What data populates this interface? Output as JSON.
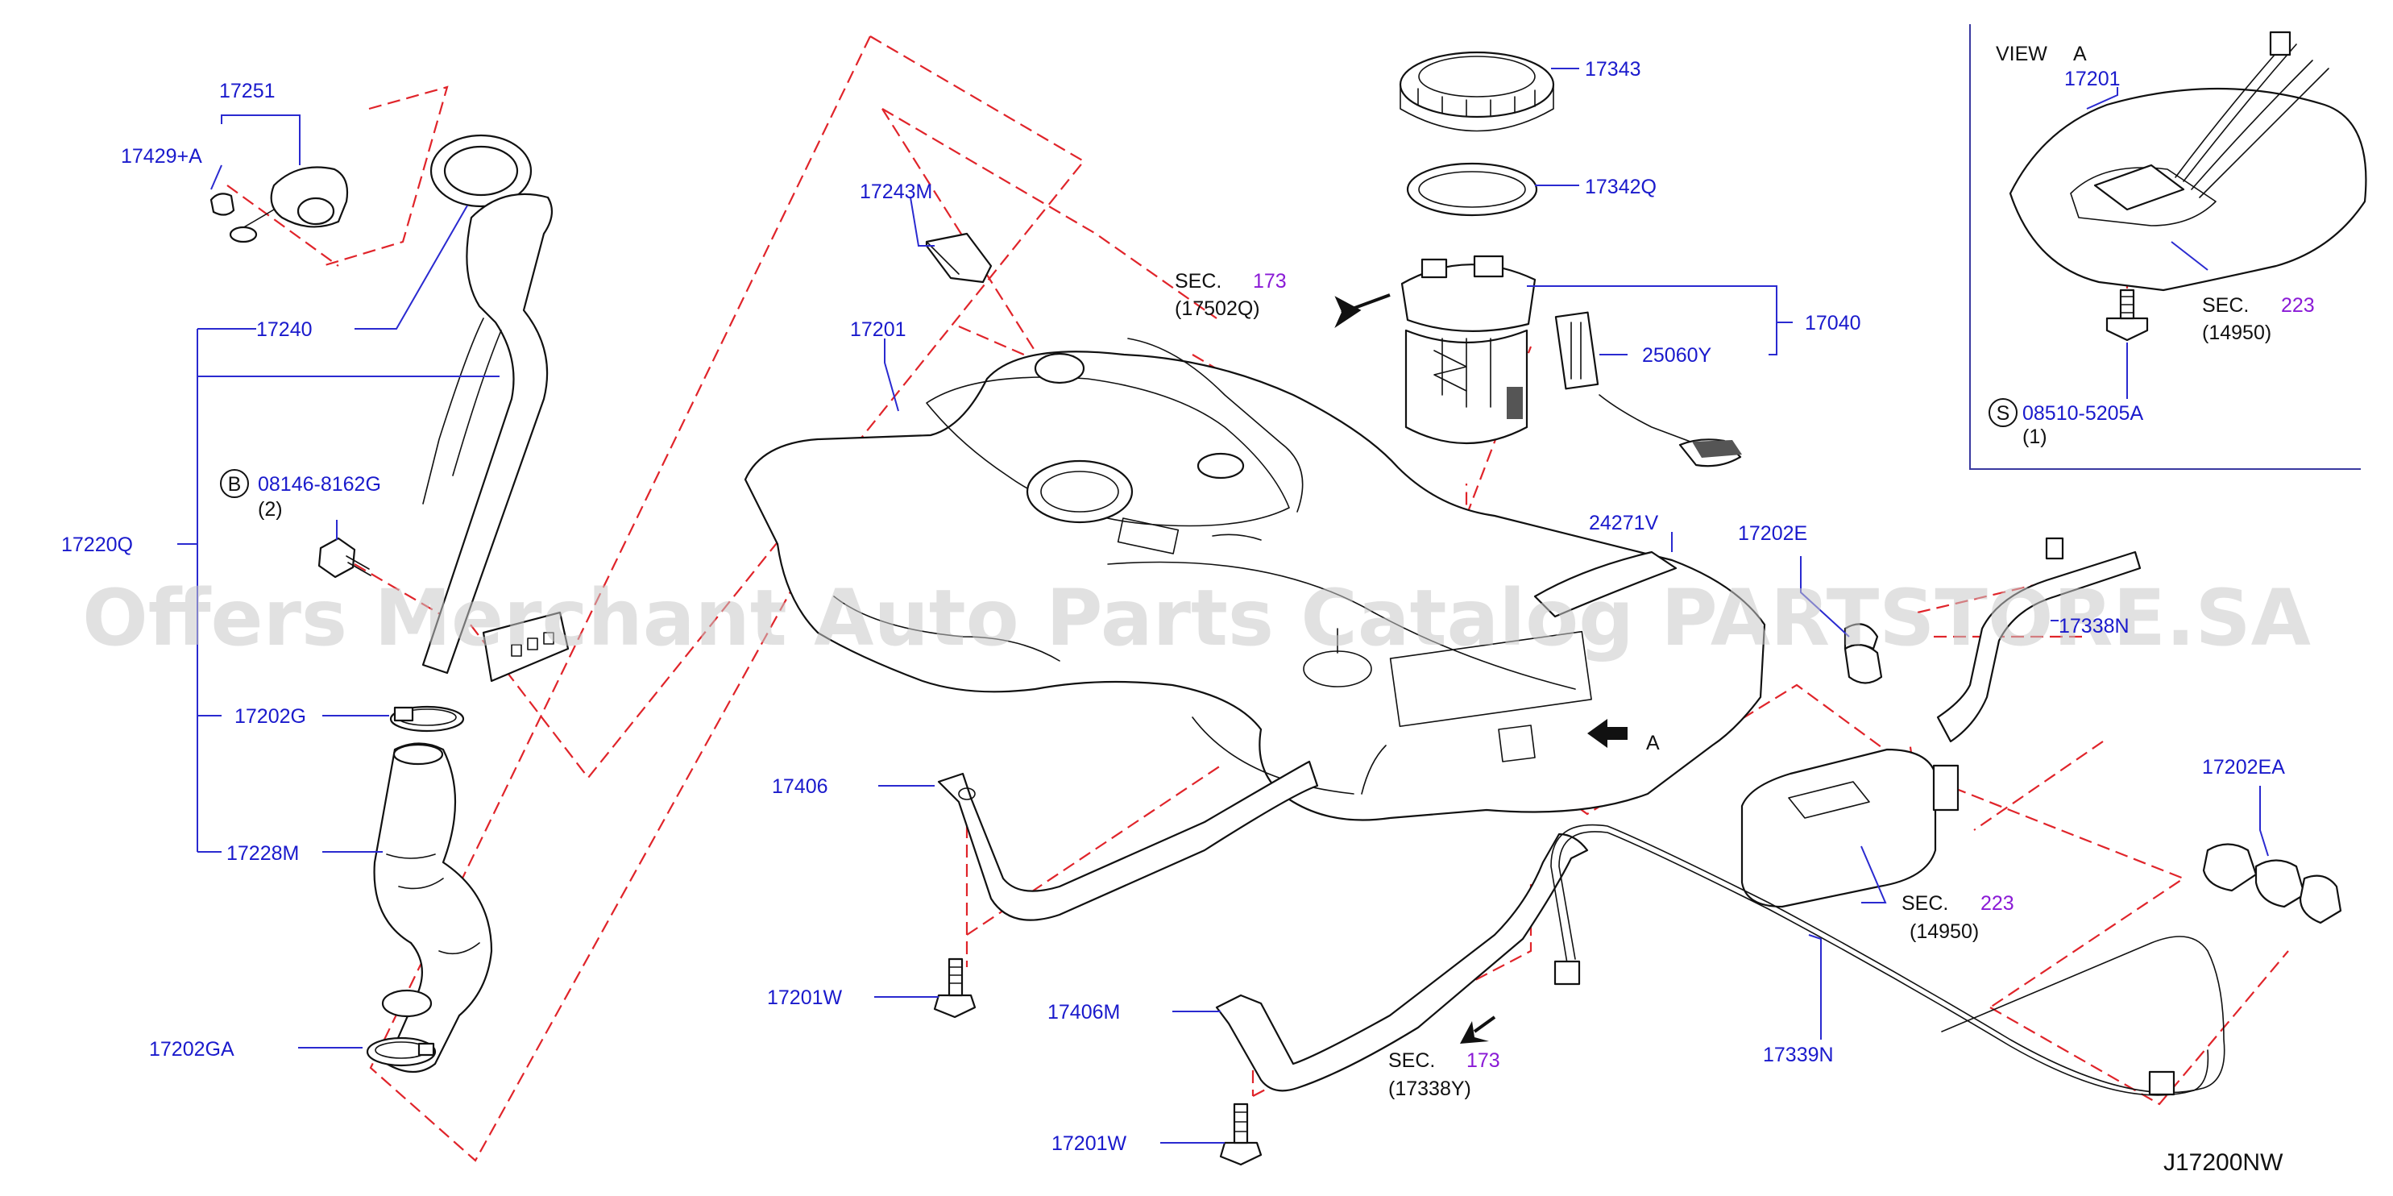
{
  "part_labels": {
    "p17251": "17251",
    "p17429a": "17429+A",
    "p17240": "17240",
    "p17220q": "17220Q",
    "p08146": "08146-8162G",
    "p08146_qty": "(2)",
    "p17202g": "17202G",
    "p17228m": "17228M",
    "p17202ga": "17202GA",
    "p17243m": "17243M",
    "p17201": "17201",
    "p17406": "17406",
    "p17201w_a": "17201W",
    "p17406m": "17406M",
    "p17201w_b": "17201W",
    "p17343": "17343",
    "p17342q": "17342Q",
    "p17040": "17040",
    "p25060y": "25060Y",
    "p24271v": "24271V",
    "p17202e": "17202E",
    "p17338n": "17338N",
    "p17202ea": "17202EA",
    "p17339n": "17339N",
    "viewa_17201": "17201",
    "p08510": "08510-5205A",
    "p08510_qty": "(1)"
  },
  "callout_letters": {
    "bolt_b": "B",
    "screw_s": "S",
    "view_arrow": "A"
  },
  "section_refs": {
    "sec173_top": {
      "word": "SEC.",
      "number": "173",
      "ref": "(17502Q)"
    },
    "sec173_bottom": {
      "word": "SEC.",
      "number": "173",
      "ref": "(17338Y)"
    },
    "sec223_mid": {
      "word": "SEC.",
      "number": "223",
      "ref": "(14950)"
    },
    "sec223_view": {
      "word": "SEC.",
      "number": "223",
      "ref": "(14950)"
    }
  },
  "view_a": {
    "title": "VIEW",
    "letter": "A"
  },
  "diagram_code": "J17200NW",
  "watermark": "Offers Merchant Auto Parts Catalog PARTSTORE.SA",
  "colors": {
    "part_number_text": "#1a1acc",
    "section_number_text": "#8a1ad6",
    "leader_line": "#2a2ad0",
    "phantom_line": "#e0242a",
    "part_outline": "#111111"
  }
}
